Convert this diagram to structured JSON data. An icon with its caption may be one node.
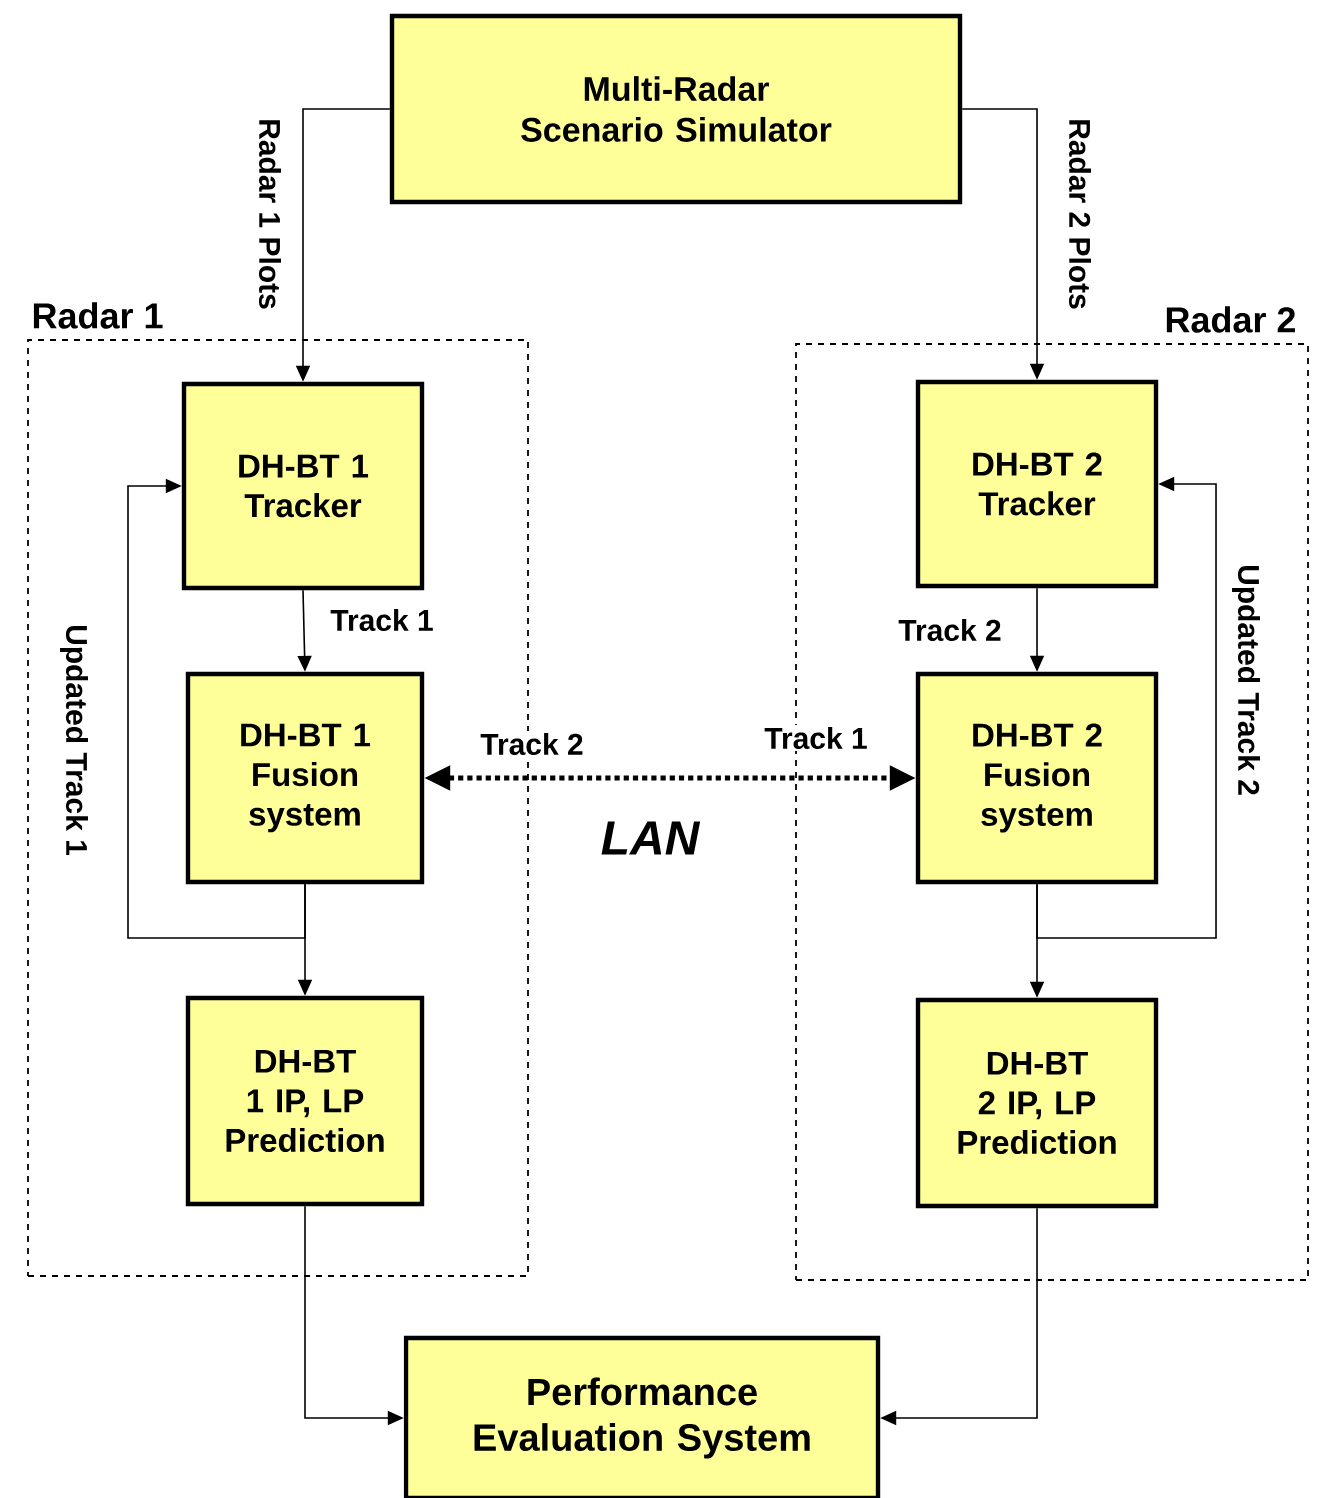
{
  "diagram": {
    "nodes": [
      {
        "text": [
          "Multi-Radar Scenario Simulator"
        ]
      },
      {
        "text": [
          "Radar 1"
        ]
      },
      {
        "text": [
          "DH-BT 1 Tracker"
        ],
        "in": 1
      },
      {
        "text": [
          "DH-BT 1 Fusion system"
        ],
        "in": 1
      },
      {
        "text": [
          "DH-BT 1 IP, LP Prediction"
        ],
        "in": 1
      },
      {
        "text": [
          "Radar 2"
        ]
      },
      {
        "text": [
          "DH-BT 2 Tracker"
        ],
        "in": 5
      },
      {
        "text": [
          "DH-BT 2 Fusion system"
        ],
        "in": 5
      },
      {
        "text": [
          "DH-BT 2 IP, LP Prediction"
        ],
        "in": 5
      },
      {
        "text": [
          "Performance Evaluation System"
        ]
      }
    ],
    "edges": [
      {
        "from": 0,
        "to": 2,
        "arrow": "to",
        "label": "Radar 1 Plots"
      },
      {
        "from": 0,
        "to": 6,
        "arrow": "to",
        "label": "Radar 2 Plots"
      },
      {
        "from": 2,
        "to": 3,
        "arrow": "to",
        "label": "Track 1"
      },
      {
        "from": 3,
        "to": 4,
        "arrow": "to"
      },
      {
        "from": 3,
        "to": 2,
        "arrow": "to",
        "label": "Updated Track 1"
      },
      {
        "from": 6,
        "to": 7,
        "arrow": "to",
        "label": "Track 2"
      },
      {
        "from": 7,
        "to": 8,
        "arrow": "to"
      },
      {
        "from": 7,
        "to": 6,
        "arrow": "to",
        "label": "Updated Track 2"
      },
      {
        "from": 3,
        "to": 7,
        "arrow": "both",
        "style": "dashed",
        "label": "Track 2"
      },
      {
        "from": 4,
        "to": 9,
        "arrow": "to"
      },
      {
        "from": 8,
        "to": 9,
        "arrow": "to"
      }
    ],
    "labels": [
      "Track 1",
      "LAN"
    ]
  }
}
